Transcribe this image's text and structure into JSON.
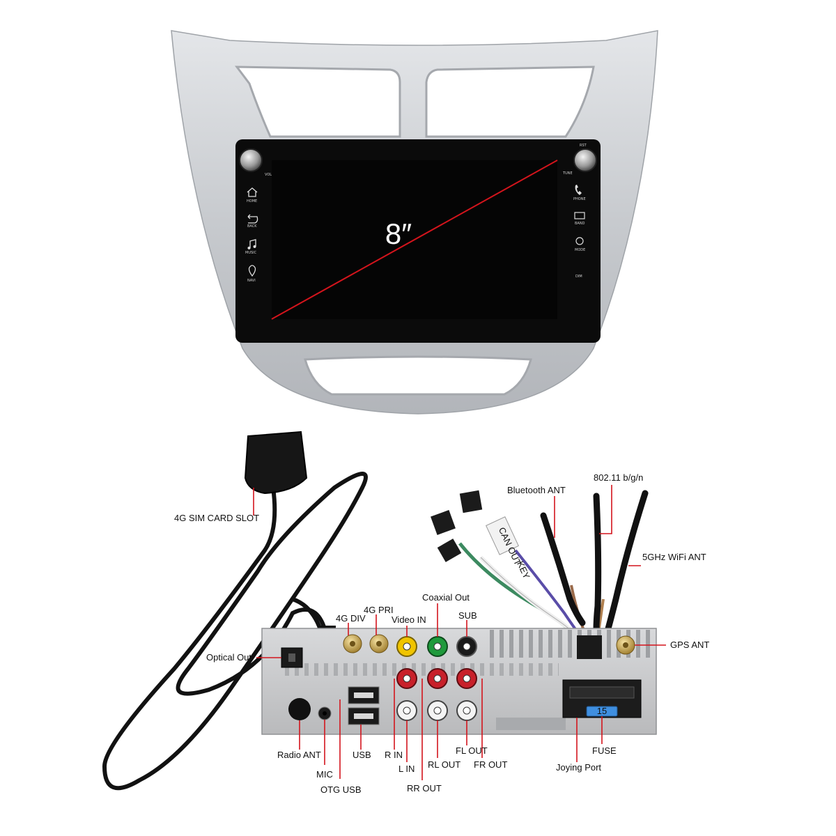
{
  "screen": {
    "size_label": "8″",
    "knob_left_label": "VOL",
    "knob_right_label_top": "RST",
    "knob_right_label_bottom": "TUNE"
  },
  "left_buttons": [
    {
      "icon": "home-icon",
      "label": "HOME"
    },
    {
      "icon": "back-icon",
      "label": "BACK"
    },
    {
      "icon": "music-icon",
      "label": "MUSIC"
    },
    {
      "icon": "navi-icon",
      "label": "NAVI"
    }
  ],
  "right_buttons": [
    {
      "icon": "phone-icon",
      "label": "PHONE"
    },
    {
      "icon": "band-icon",
      "label": "BAND"
    },
    {
      "icon": "mode-icon",
      "label": "MODE"
    },
    {
      "icon": "dim-icon",
      "label": "DIM"
    }
  ],
  "callouts": {
    "sim_card_slot": "4G SIM CARD SLOT",
    "bluetooth_ant": "Bluetooth ANT",
    "wifi_80211": "802.11 b/g/n",
    "wifi_5ghz": "5GHz WiFi ANT",
    "coaxial_out": "Coaxial Out",
    "div_4g": "4G DIV",
    "pri_4g": "4G PRI",
    "video_in": "Video IN",
    "sub": "SUB",
    "optical_out": "Optical Out",
    "gps_ant": "GPS ANT",
    "radio_ant": "Radio ANT",
    "usb": "USB",
    "r_in": "R IN",
    "mic": "MIC",
    "otg_usb": "OTG USB",
    "l_in": "L IN",
    "rr_out": "RR OUT",
    "rl_out": "RL OUT",
    "fl_out": "FL OUT",
    "fr_out": "FR OUT",
    "joying_port": "Joying Port",
    "fuse": "FUSE"
  },
  "cable_labels": {
    "can_out": "CAN OUT",
    "key": "KEY"
  },
  "fuse_rating": "15",
  "colors": {
    "accent_red": "#d4141c",
    "bezel_silver": "#c9ccd0",
    "screen_black": "#050505",
    "rca_red": "#c8202a",
    "rca_yellow": "#f0c400",
    "rca_green": "#1f9a3c",
    "gold": "#c9a24a"
  }
}
